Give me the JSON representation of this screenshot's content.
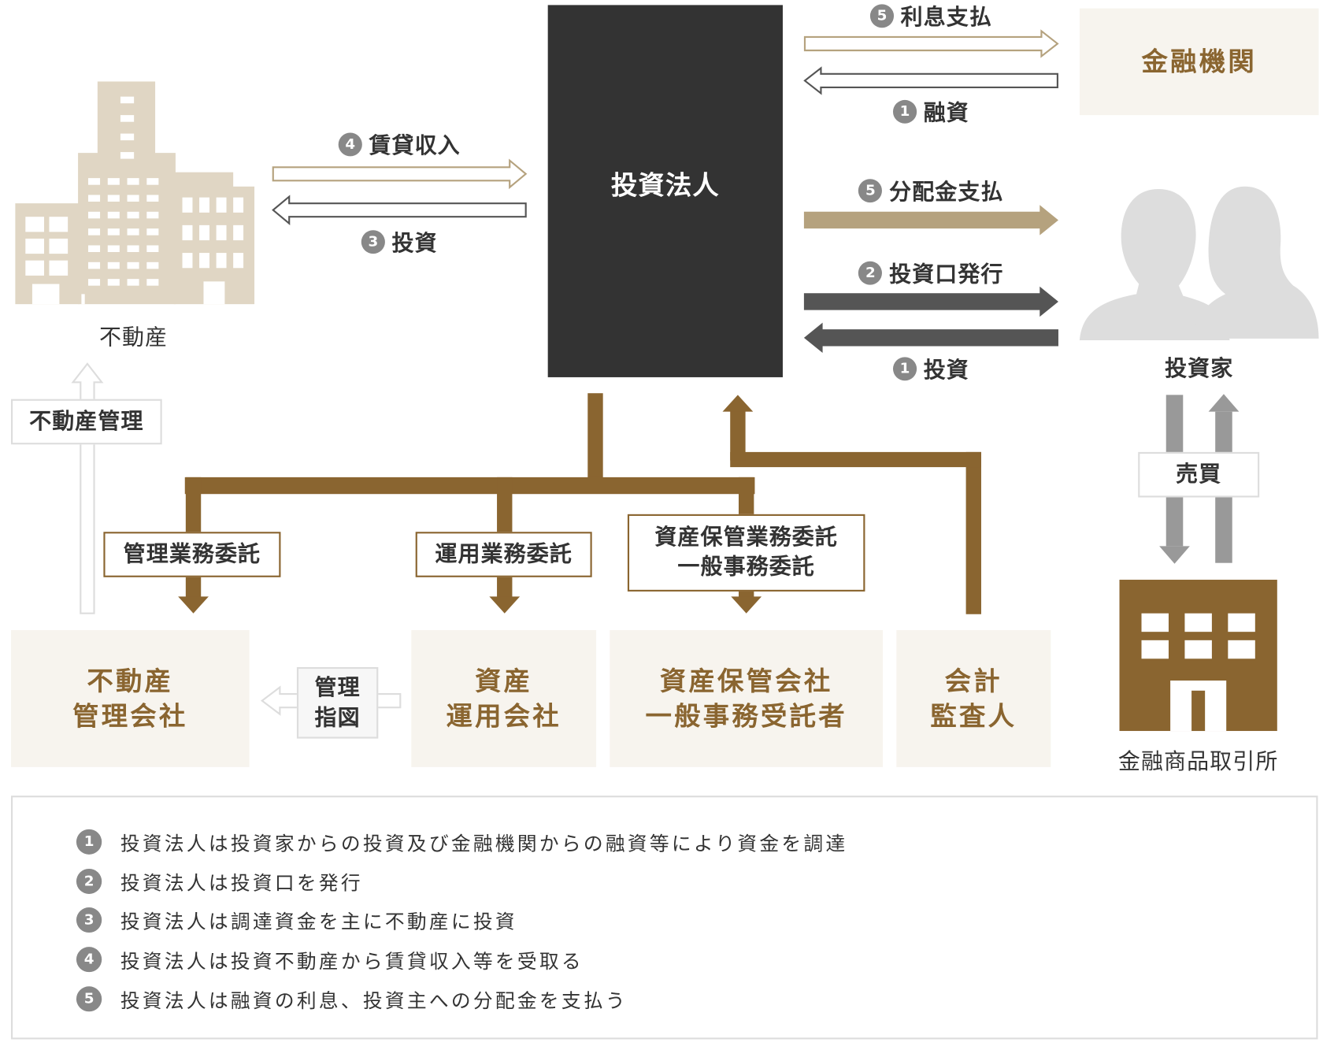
{
  "center": {
    "label": "投資法人"
  },
  "flows": {
    "interest": {
      "num": "5",
      "label": "利息支払"
    },
    "loan": {
      "num": "1",
      "label": "融資"
    },
    "dividend": {
      "num": "5",
      "label": "分配金支払"
    },
    "units": {
      "num": "2",
      "label": "投資口発行"
    },
    "invest_in": {
      "num": "1",
      "label": "投資"
    },
    "rent": {
      "num": "4",
      "label": "賃貸収入"
    },
    "invest_out": {
      "num": "3",
      "label": "投資"
    }
  },
  "entities": {
    "bank": "金融機関",
    "investors": "投資家",
    "real_estate": "不動産",
    "exchange": "金融商品取引所"
  },
  "tags": {
    "re_management": "不動産管理",
    "mgmt_consign": "管理業務委託",
    "op_consign": "運用業務委託",
    "custody_consign_1": "資産保管業務委託",
    "custody_consign_2": "一般事務委託",
    "mgmt_instruction_1": "管理",
    "mgmt_instruction_2": "指図",
    "trading": "売買"
  },
  "companies": {
    "pm_1": "不動産",
    "pm_2": "管理会社",
    "am_1": "資産",
    "am_2": "運用会社",
    "custody_1": "資産保管会社",
    "custody_2": "一般事務受託者",
    "auditor_1": "会計",
    "auditor_2": "監査人"
  },
  "legend": [
    {
      "num": "1",
      "text": "投資法人は投資家からの投資及び金融機関からの融資等により資金を調達"
    },
    {
      "num": "2",
      "text": "投資法人は投資口を発行"
    },
    {
      "num": "3",
      "text": "投資法人は調達資金を主に不動産に投資"
    },
    {
      "num": "4",
      "text": "投資法人は投資不動産から賃貸収入等を受取る"
    },
    {
      "num": "5",
      "text": "投資法人は融資の利息、投資主への分配金を支払う"
    }
  ],
  "colors": {
    "brown": "#8a6530",
    "tan": "#b5a27e",
    "dark": "#333333",
    "beige": "#f7f4ee",
    "gray": "#555555"
  }
}
